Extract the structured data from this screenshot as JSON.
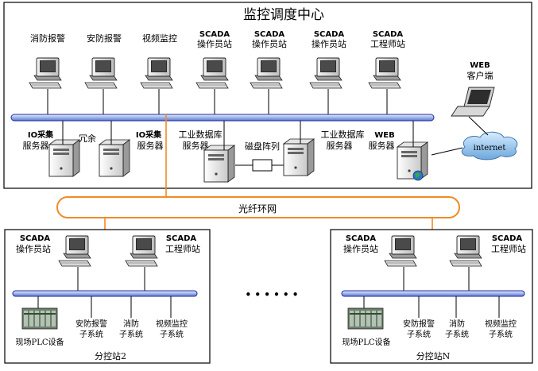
{
  "center": {
    "title": "监控调度中心",
    "workstations": [
      {
        "line1": "消防报警",
        "line2": ""
      },
      {
        "line1": "安防报警",
        "line2": ""
      },
      {
        "line1": "视频监控",
        "line2": ""
      },
      {
        "line1": "SCADA",
        "line2": "操作员站"
      },
      {
        "line1": "SCADA",
        "line2": "操作员站"
      },
      {
        "line1": "SCADA",
        "line2": "操作员站"
      },
      {
        "line1": "SCADA",
        "line2": "工程师站"
      }
    ],
    "web_client": {
      "line1": "WEB",
      "line2": "客户端"
    },
    "internet_label": "internet",
    "servers": {
      "io1": {
        "line1": "IO采集",
        "line2": "服务器"
      },
      "redundant": "冗余",
      "io2": {
        "line1": "IO采集",
        "line2": "服务器"
      },
      "db1": {
        "line1": "工业数据库",
        "line2": "服务器"
      },
      "disk_array": "磁盘阵列",
      "db2": {
        "line1": "工业数据库",
        "line2": "服务器"
      },
      "web": {
        "line1": "WEB",
        "line2": "服务器"
      }
    }
  },
  "ring": {
    "label": "光纤环网"
  },
  "ellipsis": "• • • • • •",
  "stations": [
    {
      "name": "分控站2",
      "operator": {
        "line1": "SCADA",
        "line2": "操作员站"
      },
      "engineer": {
        "line1": "SCADA",
        "line2": "工程师站"
      },
      "plc": "现场PLC设备",
      "security": {
        "line1": "安防报警",
        "line2": "子系统"
      },
      "fire": {
        "line1": "消防",
        "line2": "子系统"
      },
      "video": {
        "line1": "视频监控",
        "line2": "子系统"
      }
    },
    {
      "name": "分控站N",
      "operator": {
        "line1": "SCADA",
        "line2": "操作员站"
      },
      "engineer": {
        "line1": "SCADA",
        "line2": "工程师站"
      },
      "plc": "现场PLC设备",
      "security": {
        "line1": "安防报警",
        "line2": "子系统"
      },
      "fire": {
        "line1": "消防",
        "line2": "子系统"
      },
      "video": {
        "line1": "视频监控",
        "line2": "子系统"
      }
    }
  ],
  "colors": {
    "bus_fill": "#b8c8ee",
    "bus_stroke": "#1c2f9c",
    "fiber": "#f08a24"
  }
}
